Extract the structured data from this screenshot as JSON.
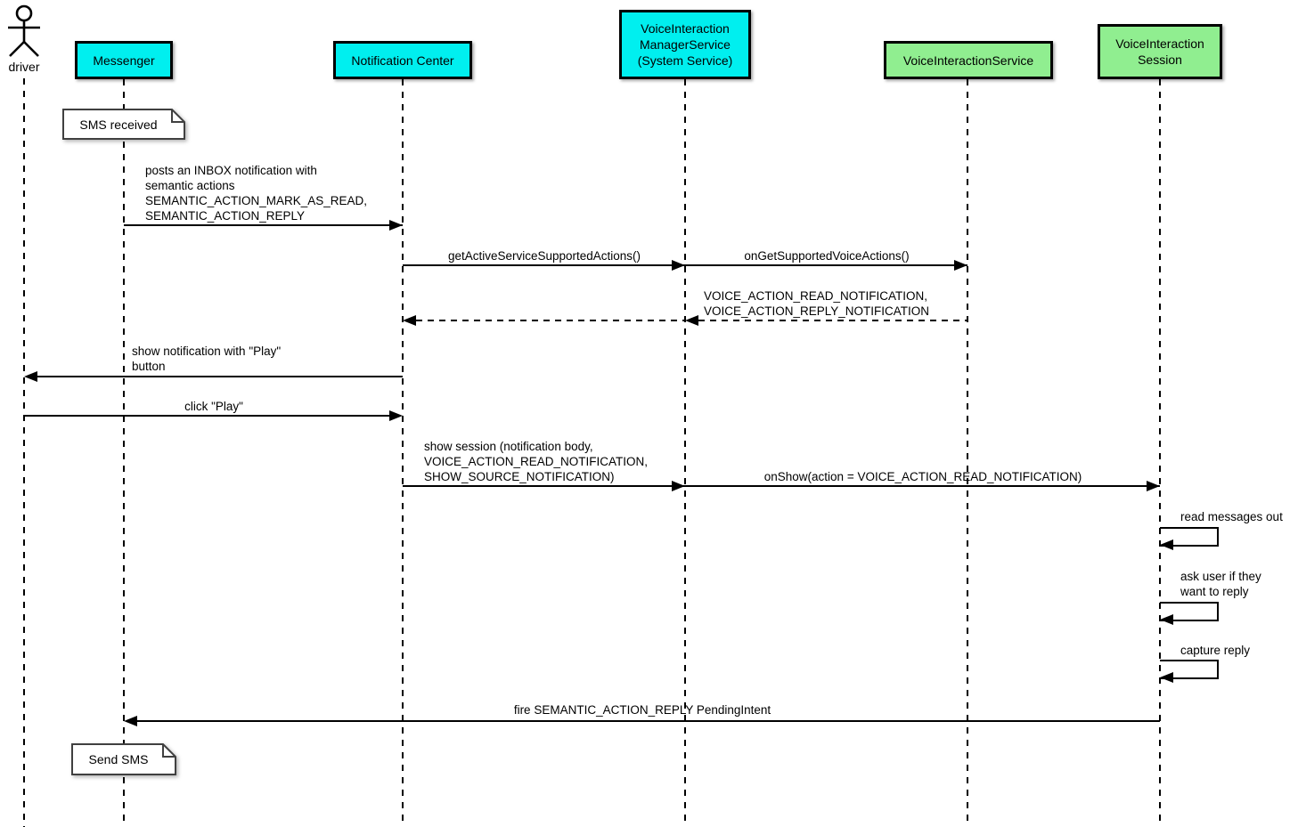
{
  "diagram": {
    "type": "uml-sequence-diagram",
    "colors": {
      "system_participant_fill": "#00EFEF",
      "service_participant_fill": "#90EE90",
      "line_color": "#000000",
      "note_fill": "#FFFFFF",
      "background": "#FFFFFF"
    },
    "actor": {
      "id": "driver",
      "label": "driver"
    },
    "participants": [
      {
        "id": "messenger",
        "label": "Messenger",
        "fill": "#00EFEF"
      },
      {
        "id": "notification-center",
        "label": "Notification Center",
        "fill": "#00EFEF"
      },
      {
        "id": "voice-interaction-manager-service",
        "label": "VoiceInteraction\nManagerService\n(System Service)",
        "fill": "#00EFEF"
      },
      {
        "id": "voice-interaction-service",
        "label": "VoiceInteractionService",
        "fill": "#90EE90"
      },
      {
        "id": "voice-interaction-session",
        "label": "VoiceInteraction\nSession",
        "fill": "#90EE90"
      }
    ],
    "notes": [
      {
        "id": "note-sms-received",
        "attached_to": "messenger",
        "label": "SMS received"
      },
      {
        "id": "note-send-sms",
        "attached_to": "messenger",
        "label": "Send SMS"
      }
    ],
    "messages": [
      {
        "from": "messenger",
        "to": "notification-center",
        "type": "solid",
        "label": "posts an INBOX notification with\nsemantic actions\nSEMANTIC_ACTION_MARK_AS_READ,\nSEMANTIC_ACTION_REPLY"
      },
      {
        "from": "notification-center",
        "to": "voice-interaction-manager-service",
        "type": "solid",
        "label": "getActiveServiceSupportedActions()"
      },
      {
        "from": "voice-interaction-manager-service",
        "to": "voice-interaction-service",
        "type": "solid",
        "label": "onGetSupportedVoiceActions()"
      },
      {
        "from": "voice-interaction-service",
        "to": "voice-interaction-manager-service",
        "type": "dashed-return",
        "label": "VOICE_ACTION_READ_NOTIFICATION,\nVOICE_ACTION_REPLY_NOTIFICATION"
      },
      {
        "from": "voice-interaction-manager-service",
        "to": "notification-center",
        "type": "dashed-return",
        "label": ""
      },
      {
        "from": "notification-center",
        "to": "driver",
        "type": "solid",
        "label": "show notification with \"Play\"\nbutton"
      },
      {
        "from": "driver",
        "to": "notification-center",
        "type": "solid",
        "label": "click \"Play\""
      },
      {
        "from": "notification-center",
        "to": "voice-interaction-manager-service",
        "type": "solid",
        "label": "show session (notification body,\nVOICE_ACTION_READ_NOTIFICATION,\nSHOW_SOURCE_NOTIFICATION)"
      },
      {
        "from": "voice-interaction-manager-service",
        "to": "voice-interaction-session",
        "type": "solid",
        "label": "onShow(action = VOICE_ACTION_READ_NOTIFICATION)"
      },
      {
        "from": "voice-interaction-session",
        "to": "voice-interaction-session",
        "type": "self",
        "label": "read messages out"
      },
      {
        "from": "voice-interaction-session",
        "to": "voice-interaction-session",
        "type": "self",
        "label": "ask user if they\nwant to reply"
      },
      {
        "from": "voice-interaction-session",
        "to": "voice-interaction-session",
        "type": "self",
        "label": "capture reply"
      },
      {
        "from": "voice-interaction-session",
        "to": "messenger",
        "type": "solid",
        "label": "fire SEMANTIC_ACTION_REPLY PendingIntent"
      }
    ]
  }
}
